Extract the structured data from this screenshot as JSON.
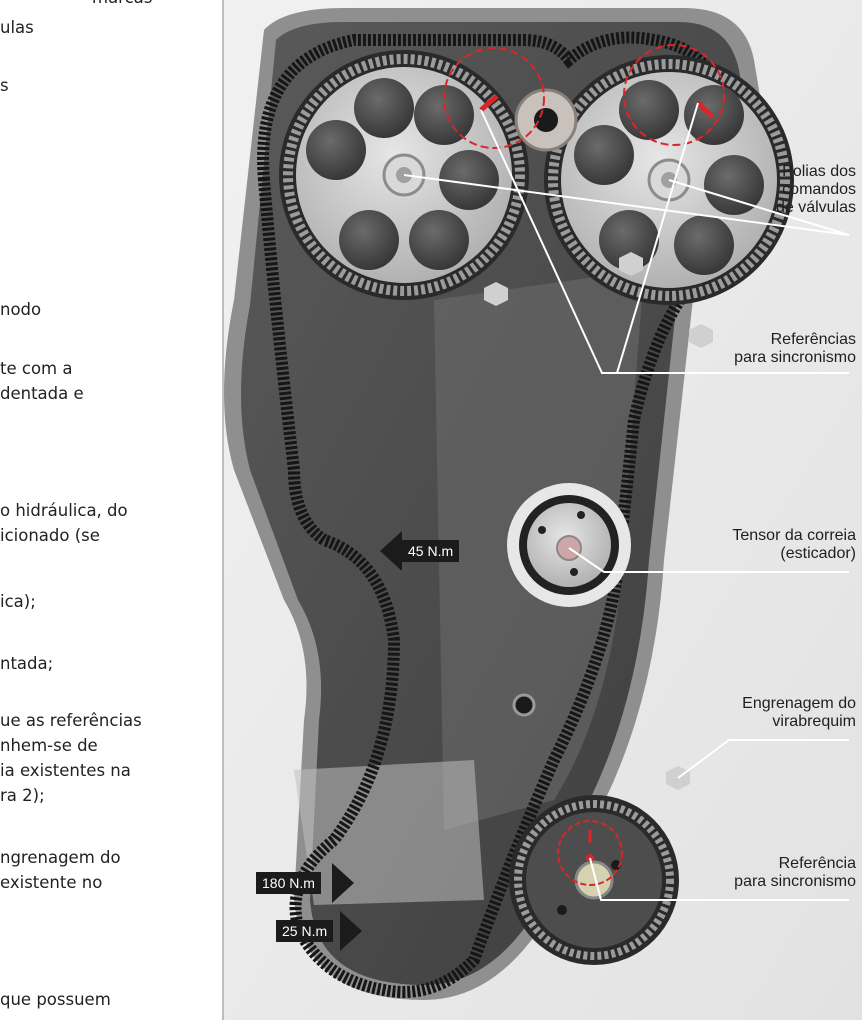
{
  "text_column": {
    "lines": [
      "marcas",
      "ulas",
      "s",
      "nodo",
      "te com a",
      "dentada e",
      "o hidráulica, do",
      "icionado (se",
      "ica);",
      "ntada;",
      "ue as referências",
      "nhem-se de",
      "ia existentes na",
      "ra 2);",
      "ngrenagem do",
      " existente no",
      "que possuem"
    ]
  },
  "labels": {
    "cam_pulleys": "Polias dos\ncomandos\nde válvulas",
    "sync_refs": "Referências\npara sincronismo",
    "tensioner": "Tensor  da correia\n(esticador)",
    "crank_gear": "Engrenagem do\nvirabrequim",
    "crank_ref": "Referência\npara sincronismo"
  },
  "torques": {
    "tensioner": "45 N.m",
    "crank_bolt": "180 N.m",
    "crank_lower": "25 N.m"
  },
  "colors": {
    "mark_red": "#d8262a",
    "belt": "#161616",
    "housing": "#4a4a4a",
    "pulley": "#cfcfcf",
    "torque_box": "#1b1b1b"
  }
}
